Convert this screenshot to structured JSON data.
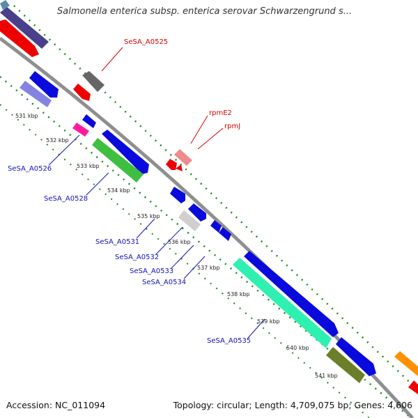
{
  "title": "Salmonella enterica subsp. enterica serovar Schwarzengrund s...",
  "footer": {
    "accession": "Accession: NC_011094",
    "topology": "Topology: circular; Length: 4,709,075 bp; Genes: 4,606"
  },
  "ticks": [
    "531 kbp",
    "532 kbp",
    "533 kbp",
    "534 kbp",
    "535 kbp",
    "536 kbp",
    "537 kbp",
    "538 kbp",
    "539 kbp",
    "540 kbp",
    "541 kbp"
  ],
  "gene_labels": [
    "SeSA_A0525",
    "rpmE2",
    "rpmJ",
    "SeSA_A0526",
    "SeSA_A0528",
    "SeSA_A0531",
    "SeSA_A0532",
    "SeSA_A0533",
    "SeSA_A0534",
    "SeSA_A0535"
  ],
  "colors": {
    "forward_label": "#dd0000",
    "reverse_label": "#1010bb",
    "cds": "#0000ee",
    "rrna": "#ff0000",
    "backbone": "#8a8a8a",
    "dots": "#1a8a1a"
  }
}
